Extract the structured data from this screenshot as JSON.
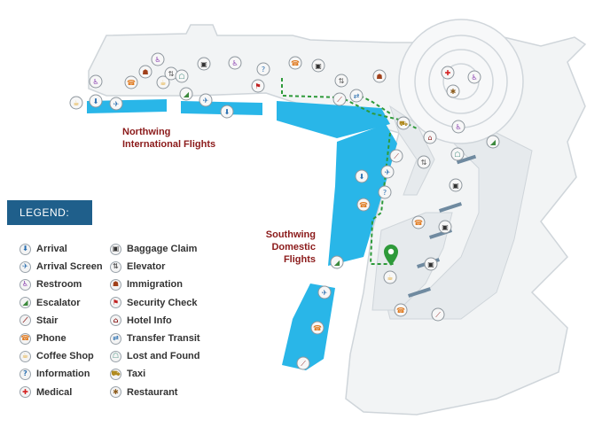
{
  "map": {
    "regions": {
      "northwing": "Northwing\nInternational Flights",
      "southwing": "Southwing\nDomestic\nFlights"
    }
  },
  "legend": {
    "title": "LEGEND:",
    "items_left": [
      {
        "label": "Arrival",
        "icon": "arrival-icon",
        "glyph": "⬇",
        "color": "#2a6fb0"
      },
      {
        "label": "Arrival Screen",
        "icon": "arrival-screen-icon",
        "glyph": "✈",
        "color": "#2a6fb0"
      },
      {
        "label": "Restroom",
        "icon": "restroom-icon",
        "glyph": "♿",
        "color": "#8a3fb0"
      },
      {
        "label": "Escalator",
        "icon": "escalator-icon",
        "glyph": "◢",
        "color": "#3d8a3d"
      },
      {
        "label": "Stair",
        "icon": "stair-icon",
        "glyph": "⟋",
        "color": "#8b1a1a"
      },
      {
        "label": "Phone",
        "icon": "phone-icon",
        "glyph": "☎",
        "color": "#e07a1f"
      },
      {
        "label": "Coffee Shop",
        "icon": "coffee-shop-icon",
        "glyph": "☕",
        "color": "#e0a21f"
      },
      {
        "label": "Information",
        "icon": "information-icon",
        "glyph": "?",
        "color": "#2a6fb0"
      },
      {
        "label": "Medical",
        "icon": "medical-icon",
        "glyph": "✚",
        "color": "#d42020"
      }
    ],
    "items_right": [
      {
        "label": "Baggage Claim",
        "icon": "baggage-claim-icon",
        "glyph": "▣",
        "color": "#333333"
      },
      {
        "label": "Elevator",
        "icon": "elevator-icon",
        "glyph": "⇅",
        "color": "#555555"
      },
      {
        "label": "Immigration",
        "icon": "immigration-icon",
        "glyph": "☗",
        "color": "#a0401a"
      },
      {
        "label": "Security Check",
        "icon": "security-check-icon",
        "glyph": "⚑",
        "color": "#c02020"
      },
      {
        "label": "Hotel Info",
        "icon": "hotel-info-icon",
        "glyph": "⌂",
        "color": "#8b1a1a"
      },
      {
        "label": "Transfer Transit",
        "icon": "transfer-transit-icon",
        "glyph": "⇄",
        "color": "#2a6fb0"
      },
      {
        "label": "Lost and Found",
        "icon": "lost-and-found-icon",
        "glyph": "☖",
        "color": "#3d8a7a"
      },
      {
        "label": "Taxi",
        "icon": "taxi-icon",
        "glyph": "⛟",
        "color": "#b08a1f"
      },
      {
        "label": "Restaurant",
        "icon": "restaurant-icon",
        "glyph": "✱",
        "color": "#8b5a1a"
      }
    ]
  },
  "colors": {
    "gate_blue": "#29b6e8",
    "floor": "#f2f4f5",
    "wall": "#d3d8dc",
    "route_green": "#2e9a3a",
    "marker_green": "#2e9a3a",
    "label_red": "#8b1a1a",
    "legend_header": "#1f5f8b"
  },
  "you_are_here": "location-pin-icon"
}
